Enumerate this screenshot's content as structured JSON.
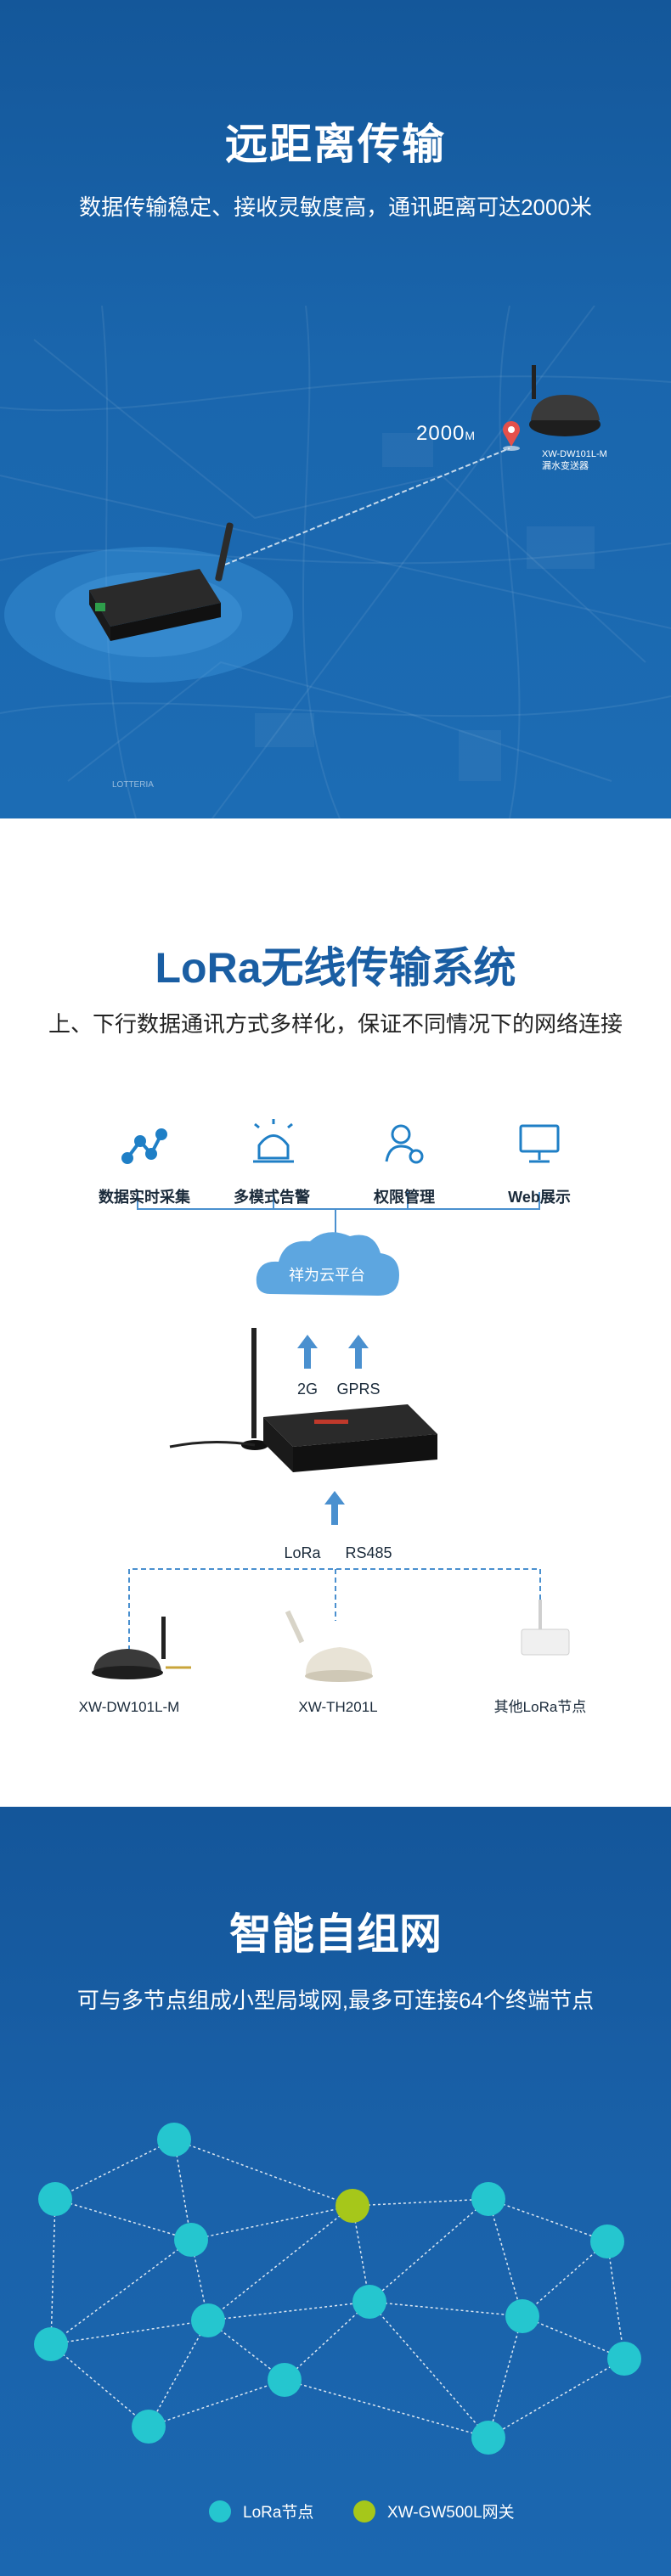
{
  "section1": {
    "title": "远距离传输",
    "subtitle": "数据传输稳定、接收灵敏度高，通讯距离可达2000米",
    "distance_value": "2000",
    "distance_unit": "M",
    "device_model": "XW-DW101L-M",
    "device_name": "漏水变送器",
    "map_label": "LOTTERIA"
  },
  "section2": {
    "title": "LoRa无线传输系统",
    "subtitle": "上、下行数据通讯方式多样化，保证不同情况下的网络连接",
    "features": [
      {
        "label": "数据实时采集",
        "icon": "analytics-nodes-icon"
      },
      {
        "label": "多模式告警",
        "icon": "alarm-light-icon"
      },
      {
        "label": "权限管理",
        "icon": "user-permission-icon"
      },
      {
        "label": "Web展示",
        "icon": "monitor-icon"
      }
    ],
    "cloud_label": "祥为云平台",
    "uplink_labels": [
      "2G",
      "GPRS"
    ],
    "downlink_labels": [
      "LoRa",
      "RS485"
    ],
    "devices": [
      "XW-DW101L-M",
      "XW-TH201L",
      "其他LoRa节点"
    ],
    "accent_color": "#4a90cf"
  },
  "section3": {
    "title": "智能自组网",
    "subtitle": "可与多节点组成小型局域网,最多可连接64个终端节点",
    "legend": [
      {
        "label": "LoRa节点",
        "color": "#25c6cf"
      },
      {
        "label": "XW-GW500L网关",
        "color": "#a6c71a"
      }
    ]
  }
}
